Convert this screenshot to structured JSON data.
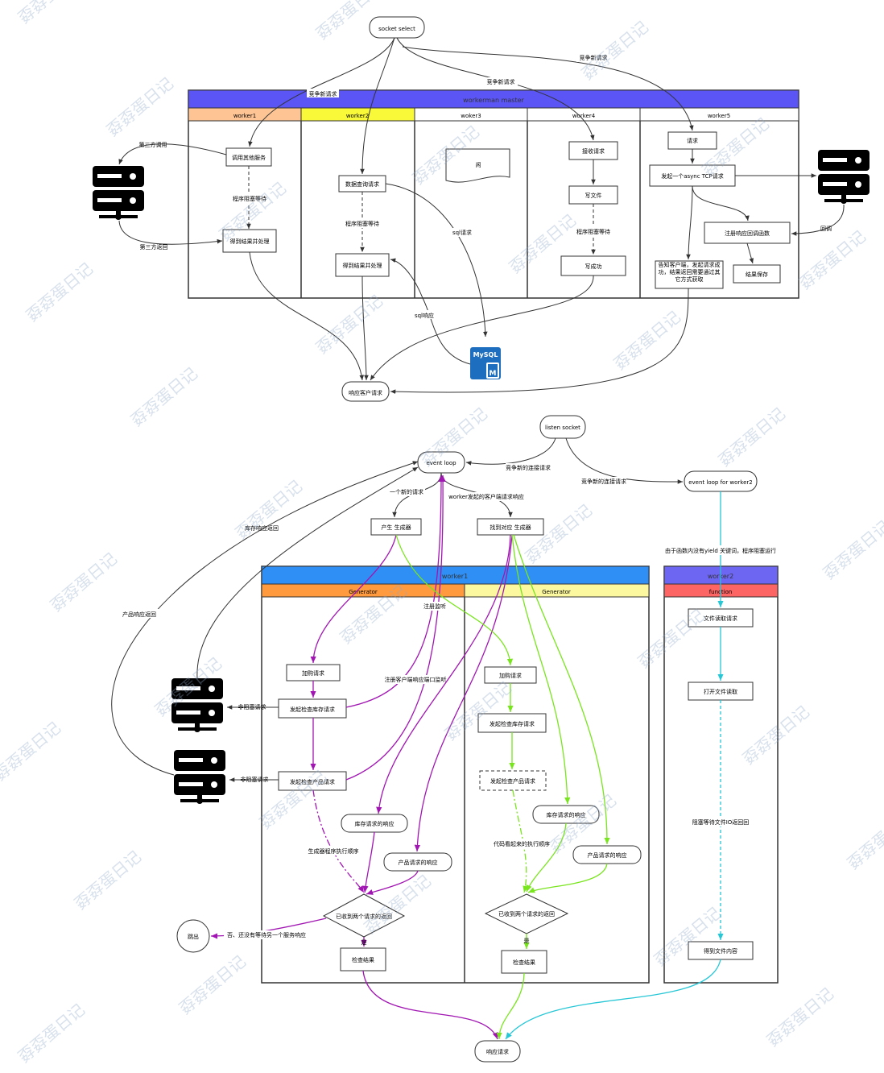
{
  "top": {
    "socket_select": "socket select",
    "master": "workerman master",
    "workers": [
      "worker1",
      "worker2",
      "woker3",
      "worker4",
      "worker5"
    ],
    "w1_call": "调用其他服务",
    "w1_wait": "程序阻塞等待",
    "w1_result": "得到结果并处理",
    "third_call": "第三方调用",
    "third_return": "第三方返回",
    "w2_query": "数据查询请求",
    "w2_wait": "程序阻塞等待",
    "w2_result": "得到结果并处理",
    "w3_idle": "闲",
    "w4_recv": "接收请求",
    "w4_write": "写文件",
    "w4_wait": "程序阻塞等待",
    "w4_done": "写成功",
    "w5_req": "请求",
    "w5_async": "发起一个async TCP请求",
    "w5_register": "注册响应回调函数",
    "w5_save": "结果保存",
    "w5_notify": "告知客户端，发起请求成功，结果返回需要通过其它方式获取",
    "callback": "回调",
    "compete1": "竞争新请求",
    "compete2": "竞争新请求",
    "compete3": "竞争新请求",
    "sql_req": "sql请求",
    "sql_resp": "sql响应",
    "mysql": "MySQL",
    "mysql_m": "M",
    "respond": "响应客户请求"
  },
  "bottom": {
    "listen": "listen socket",
    "event_loop": "event loop",
    "event_loop2": "event loop for worker2",
    "compete_a": "竞争新的连接请求",
    "compete_b": "竞争新的连接请求",
    "new_req": "一个新的请求",
    "worker_resp": "worker发起的客户端请求响应",
    "gen_create": "产生 生成器",
    "gen_find": "找到对应 生成器",
    "stock_return": "库存响应返回",
    "product_return": "产品响应返回",
    "reg_listen": "注册监听",
    "reg_port": "注册客户端响应端口监听",
    "no_yield": "由于函数内没有yield 关键词，程序阻塞运行",
    "worker1": "worker1",
    "worker2": "worker2",
    "generator": "Generator",
    "function": "function",
    "add_cart": "加购请求",
    "check_stock": "发起检查库存请求",
    "check_product": "发起检查产品请求",
    "nonblock1": "非阻塞请求",
    "nonblock2": "非阻塞请求",
    "stock_resp": "库存请求的响应",
    "product_resp": "产品请求的响应",
    "gen_order": "生成器程序执行顺序",
    "code_order": "代码看起来的执行顺序",
    "both_received": "已收到两个请求的返回",
    "yes": "是",
    "no_wait": "否、还没有等待另一个服务响应",
    "exit": "跳出",
    "check_result": "检查结果",
    "file_read": "文件读取请求",
    "open_file": "打开文件读取",
    "block_wait": "阻塞等待文件IO返回回",
    "file_content": "得到文件内容",
    "respond": "响应请求"
  },
  "watermark": "孬孬蛋日记",
  "colors": {
    "master": "#5b55f5",
    "worker1": "#ffc494",
    "worker2": "#f9f93a",
    "blue_band": "#2f8ff5",
    "orange_band": "#ff9a3e",
    "yellow_band": "#fcf8a0",
    "purple_band": "#6d66f2",
    "red_band": "#fd6464",
    "purple": "#a116b2",
    "green": "#79e51e",
    "cyan": "#27c7d6",
    "mysql": "#1e6ebf"
  }
}
